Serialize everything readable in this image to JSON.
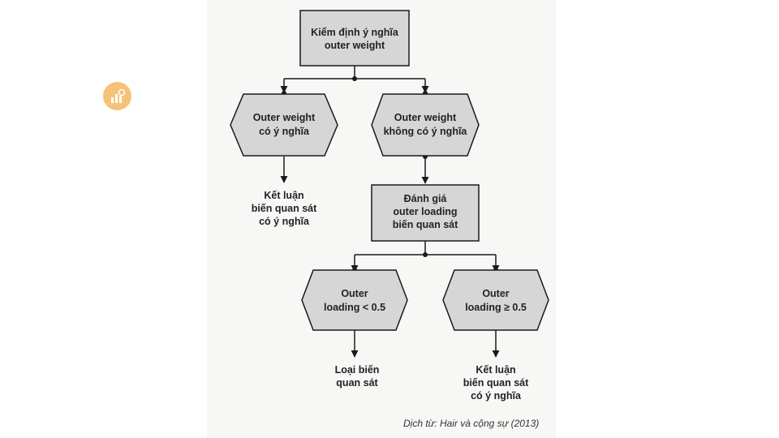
{
  "diagram": {
    "nodes": {
      "root": {
        "lines": [
          "Kiểm định ý nghĩa",
          "outer weight"
        ]
      },
      "weight_sig": {
        "lines": [
          "Outer weight",
          "có ý nghĩa"
        ]
      },
      "weight_not_sig": {
        "lines": [
          "Outer weight",
          "không có ý nghĩa"
        ]
      },
      "conclude_1": {
        "lines": [
          "Kết luận",
          "biến quan sát",
          "có ý nghĩa"
        ]
      },
      "assess_loading": {
        "lines": [
          "Đánh giá",
          "outer loading",
          "biến quan sát"
        ]
      },
      "loading_low": {
        "lines": [
          "Outer",
          "loading < 0.5"
        ]
      },
      "loading_high": {
        "lines": [
          "Outer",
          "loading ≥ 0.5"
        ]
      },
      "remove": {
        "lines": [
          "Loại biến",
          "quan sát"
        ]
      },
      "conclude_2": {
        "lines": [
          "Kết luận",
          "biến quan sát",
          "có ý nghĩa"
        ]
      }
    },
    "colors": {
      "box_fill": "#d6d6d6",
      "stroke": "#1a1a1a",
      "panel": "#f7f7f6",
      "logo": "#f6c27a"
    }
  },
  "caption": "Dịch từ: Hair và cộng sự (2013)",
  "logo_icon": "chart-coin-icon"
}
